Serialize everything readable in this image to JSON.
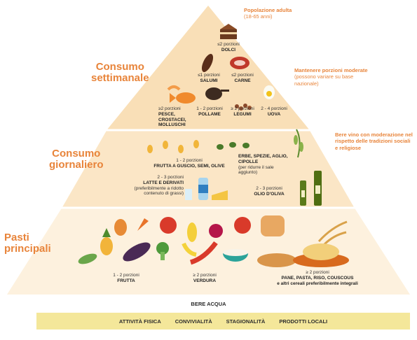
{
  "tiers": {
    "weekly": {
      "title_line1": "Consumo",
      "title_line2": "settimanale"
    },
    "daily": {
      "title_line1": "Consumo",
      "title_line2": "giornaliero"
    },
    "main": {
      "title_line1": "Pasti",
      "title_line2": "principali"
    }
  },
  "notes": {
    "adult": {
      "title": "Popolazione adulta",
      "sub": "(18-65 anni)"
    },
    "portions": {
      "title": "Mantenere porzioni moderate",
      "sub": "(possono variare su base nazionale)"
    },
    "wine": {
      "title": "Bere vino con moderazione nel rispetto delle tradizioni sociali e religiose"
    }
  },
  "labels": {
    "dolci": {
      "qty": "≤2 porzioni",
      "name": "DOLCI"
    },
    "salumi": {
      "qty": "≤1 porzioni",
      "name": "SALUMI"
    },
    "carne": {
      "qty": "≤2 porzioni",
      "name": "CARNE"
    },
    "pesce": {
      "qty": "≥2 porzioni",
      "name": "PESCE, CROSTACEI, MOLLUSCHI"
    },
    "pollame": {
      "qty": "1 - 2 porzioni",
      "name": "POLLAME"
    },
    "legumi": {
      "qty": "≥ 2 porzioni",
      "name": "LEGUMI"
    },
    "uova": {
      "qty": "2 - 4 porzioni",
      "name": "UOVA"
    },
    "frutta_guscio": {
      "qty": "1 - 2 porzioni",
      "name": "FRUTTA A GUSCIO, SEMI, OLIVE"
    },
    "erbe": {
      "name": "ERBE, SPEZIE, AGLIO, CIPOLLE",
      "sub": "(per ridurre il sale aggiunto)"
    },
    "latte": {
      "qty": "2 - 3 porzioni",
      "name": "LATTE E DERIVATI",
      "sub": "(preferibilmente a ridotto contenuto di grassi)"
    },
    "olio": {
      "qty": "2 - 3 porzioni",
      "name": "OLIO D'OLIVA"
    },
    "frutta": {
      "qty": "1 - 2 porzioni",
      "name": "FRUTTA"
    },
    "verdura": {
      "qty": "≥ 2 porzioni",
      "name": "VERDURA"
    },
    "cereali": {
      "qty": "≥ 2 porzioni",
      "name": "PANE, PASTA, RISO, COUSCOUS",
      "sub": "e altri cereali preferibilmente integrali"
    }
  },
  "footer": {
    "water": "BERE ACQUA",
    "items": [
      "ATTIVITÀ FISICA",
      "CONVIVIALITÀ",
      "STAGIONALITÀ",
      "PRODOTTI LOCALI"
    ]
  },
  "colors": {
    "top": "#f9dfb7",
    "upper": "#fbe6c6",
    "middle": "#fcedd5",
    "lower": "#fdf3e3",
    "accent": "#e8843a",
    "bar": "#f4e79a"
  }
}
